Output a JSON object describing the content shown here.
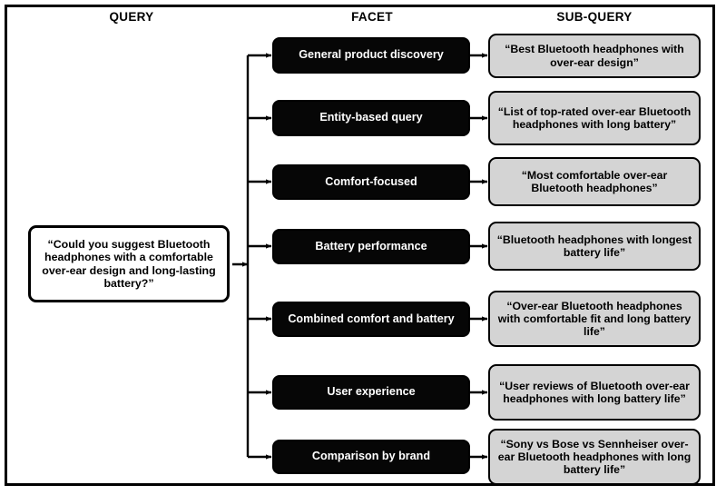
{
  "headers": {
    "query": "QUERY",
    "facet": "FACET",
    "subquery": "SUB-QUERY"
  },
  "query": {
    "text": "“Could you suggest Bluetooth headphones with a comfortable over-ear design and long-lasting battery?”"
  },
  "colors": {
    "facet_fill": "#060606",
    "facet_text": "#ffffff",
    "subquery_fill": "#d4d4d4",
    "subquery_text": "#000000",
    "border": "#000000",
    "page_background": "#ffffff"
  },
  "rows": [
    {
      "facet": "General product discovery",
      "subquery": "“Best Bluetooth headphones with over-ear design”"
    },
    {
      "facet": "Entity-based query",
      "subquery": "“List of top-rated over-ear Bluetooth headphones with long battery”"
    },
    {
      "facet": "Comfort-focused",
      "subquery": "“Most comfortable over-ear Bluetooth headphones”"
    },
    {
      "facet": "Battery performance",
      "subquery": "“Bluetooth headphones with longest battery life”"
    },
    {
      "facet": "Combined comfort and battery",
      "subquery": "“Over-ear Bluetooth headphones with comfortable fit and long battery life”"
    },
    {
      "facet": "User experience",
      "subquery": "“User reviews of Bluetooth over-ear headphones with long battery life”"
    },
    {
      "facet": "Comparison by brand",
      "subquery": "“Sony vs Bose vs Sennheiser over-ear Bluetooth headphones with long battery life”"
    }
  ]
}
